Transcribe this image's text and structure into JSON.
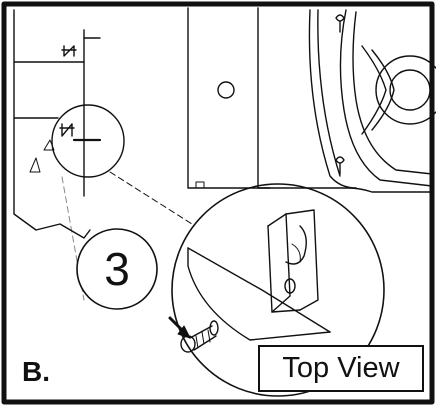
{
  "figure": {
    "step_number": "3",
    "panel_letter": "B.",
    "view_label": "Top View"
  }
}
